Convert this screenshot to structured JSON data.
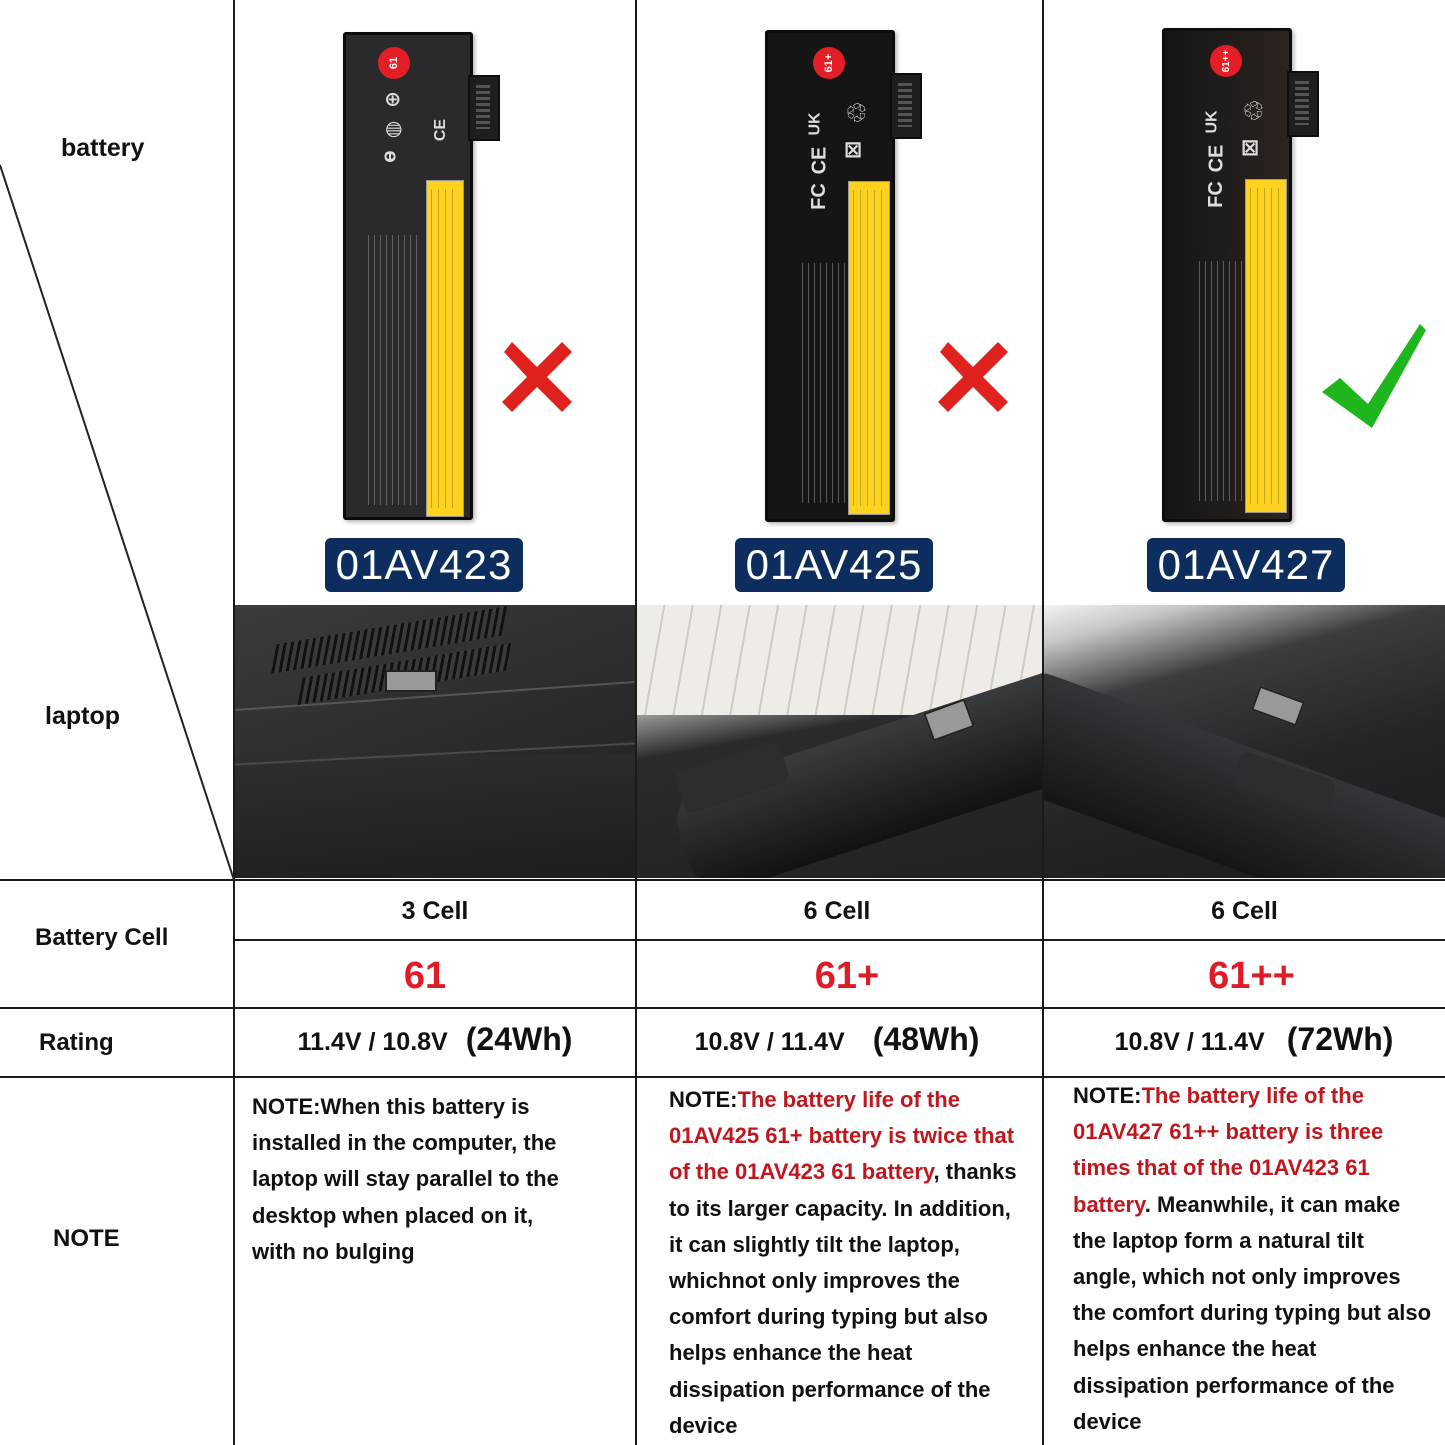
{
  "row_labels": {
    "battery": "battery",
    "laptop": "laptop",
    "battery_cell": "Battery Cell",
    "rating": "Rating",
    "note": "NOTE"
  },
  "columns": [
    {
      "model": "01AV423",
      "badge": "61",
      "compatible": false,
      "mark_icon": "red-x-icon",
      "cell": "3 Cell",
      "code": "61",
      "voltage": "11.4V / 10.8V",
      "wh": "(24Wh)",
      "note_prefix": "NOTE:",
      "note_red": "",
      "note_body": "When this battery is installed in the computer, the laptop will stay parallel to the desktop when placed on it, with no bulging"
    },
    {
      "model": "01AV425",
      "badge": "61+",
      "compatible": false,
      "mark_icon": "red-x-icon",
      "cell": "6 Cell",
      "code": "61+",
      "voltage": "10.8V / 11.4V",
      "wh": "(48Wh)",
      "note_prefix": "NOTE:",
      "note_red": "The battery life of the 01AV425 61+ battery is twice that of the 01AV423 61 battery",
      "note_body": ", thanks to its larger capacity. In addition, it can slightly tilt the laptop, whichnot only improves the comfort during typing but also helps enhance the heat dissipation performance of the device"
    },
    {
      "model": "01AV427",
      "badge": "61++",
      "compatible": true,
      "mark_icon": "green-check-icon",
      "cell": "6 Cell",
      "code": "61++",
      "voltage": "10.8V / 11.4V",
      "wh": "(72Wh)",
      "note_prefix": "NOTE:",
      "note_red": "The battery life of the 01AV427 61++ battery is three times that of the 01AV423 61 battery",
      "note_body": ". Meanwhile, it can make the laptop form a natural tilt angle, which not only improves the comfort during typing but also helps enhance the heat dissipation performance of the device"
    }
  ],
  "colors": {
    "label_bg": "#0d2d5e",
    "code_red": "#e01b28",
    "note_red": "#c0161d",
    "cross_red": "#e0221e",
    "check_green": "#1fb51c"
  }
}
